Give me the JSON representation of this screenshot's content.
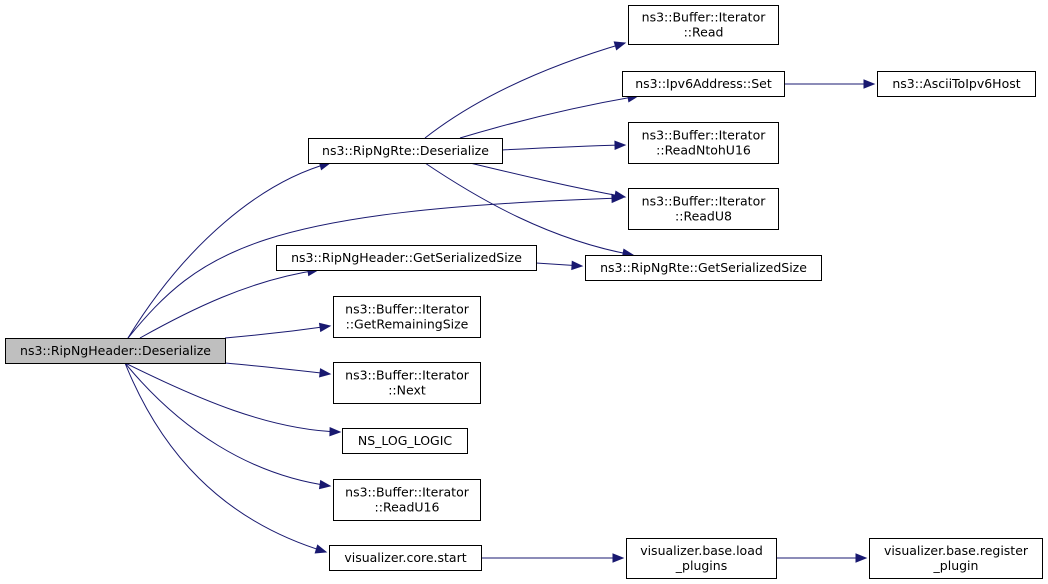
{
  "diagram": {
    "nodes": [
      {
        "id": "root",
        "lines": [
          "ns3::RipNgHeader::Deserialize"
        ],
        "root": true
      },
      {
        "id": "rte_deser",
        "lines": [
          "ns3::RipNgRte::Deserialize"
        ]
      },
      {
        "id": "hdr_size",
        "lines": [
          "ns3::RipNgHeader::GetSerializedSize"
        ]
      },
      {
        "id": "remaining",
        "lines": [
          "ns3::Buffer::Iterator",
          "::GetRemainingSize"
        ]
      },
      {
        "id": "next",
        "lines": [
          "ns3::Buffer::Iterator",
          "::Next"
        ]
      },
      {
        "id": "log",
        "lines": [
          "NS_LOG_LOGIC"
        ]
      },
      {
        "id": "readu16",
        "lines": [
          "ns3::Buffer::Iterator",
          "::ReadU16"
        ]
      },
      {
        "id": "vis_start",
        "lines": [
          "visualizer.core.start"
        ]
      },
      {
        "id": "read",
        "lines": [
          "ns3::Buffer::Iterator",
          "::Read"
        ]
      },
      {
        "id": "ipv6set",
        "lines": [
          "ns3::Ipv6Address::Set"
        ]
      },
      {
        "id": "ntoh",
        "lines": [
          "ns3::Buffer::Iterator",
          "::ReadNtohU16"
        ]
      },
      {
        "id": "readu8",
        "lines": [
          "ns3::Buffer::Iterator",
          "::ReadU8"
        ]
      },
      {
        "id": "rte_size",
        "lines": [
          "ns3::RipNgRte::GetSerializedSize"
        ]
      },
      {
        "id": "load",
        "lines": [
          "visualizer.base.load",
          "_plugins"
        ]
      },
      {
        "id": "ascii",
        "lines": [
          "ns3::AsciiToIpv6Host"
        ]
      },
      {
        "id": "register",
        "lines": [
          "visualizer.base.register",
          "_plugin"
        ]
      }
    ],
    "edges": [
      [
        "root",
        "rte_deser"
      ],
      [
        "root",
        "readu8"
      ],
      [
        "root",
        "hdr_size"
      ],
      [
        "root",
        "remaining"
      ],
      [
        "root",
        "next"
      ],
      [
        "root",
        "log"
      ],
      [
        "root",
        "readu16"
      ],
      [
        "root",
        "vis_start"
      ],
      [
        "rte_deser",
        "read"
      ],
      [
        "rte_deser",
        "ipv6set"
      ],
      [
        "rte_deser",
        "ntoh"
      ],
      [
        "rte_deser",
        "readu8"
      ],
      [
        "rte_deser",
        "rte_size"
      ],
      [
        "hdr_size",
        "rte_size"
      ],
      [
        "ipv6set",
        "ascii"
      ],
      [
        "vis_start",
        "load"
      ],
      [
        "load",
        "register"
      ]
    ]
  }
}
